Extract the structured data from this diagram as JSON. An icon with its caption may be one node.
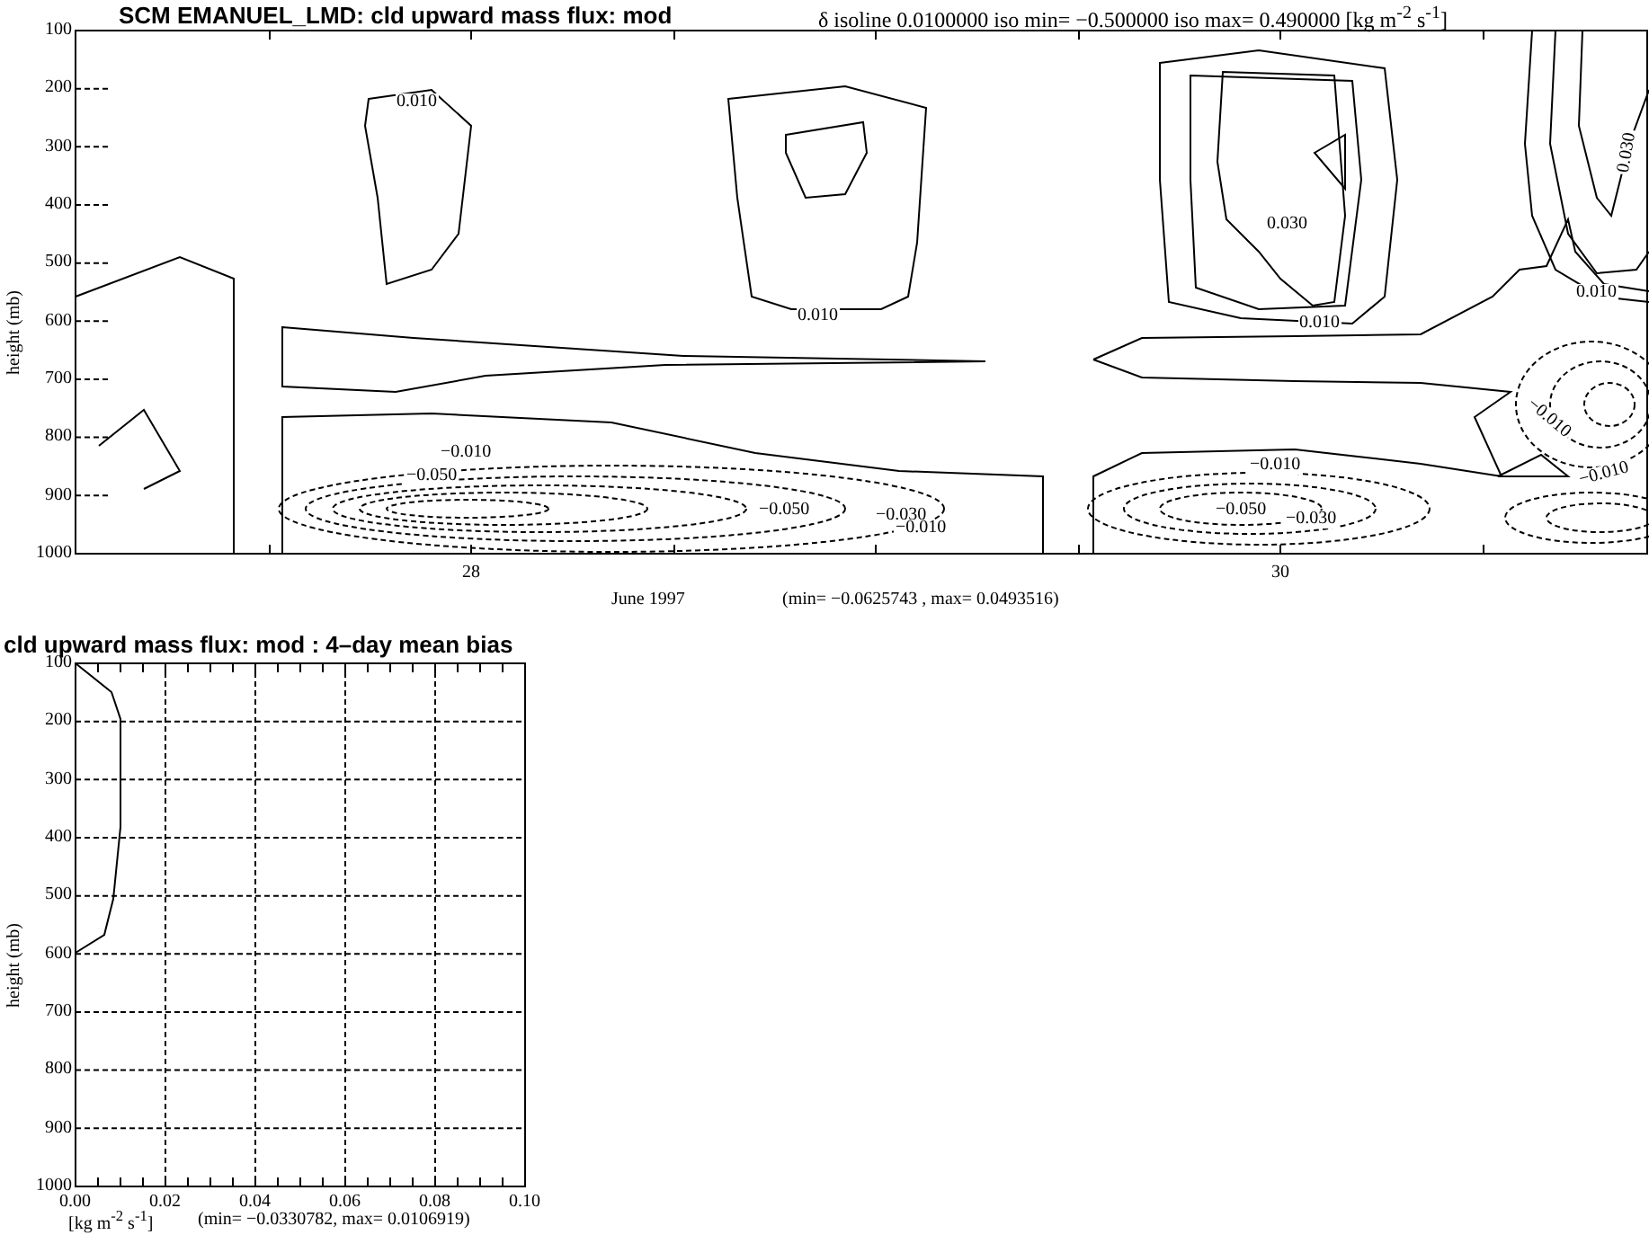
{
  "diagram": {
    "labels": [
      "SCM EMANUEL_LMD: cld upward mass flux: mod",
      "δ isoline 0.0100000 iso min= −0.500000 iso max= 0.490000 [kg m$^{-2}$ s$^{-1}$]",
      "100",
      "200",
      "300",
      "400",
      "500",
      "600",
      "700",
      "800",
      "900",
      "1000",
      "height (mb)",
      "0.010",
      "0.030",
      "0.030",
      "0.010",
      "0.010",
      "0.010",
      "−0.010",
      "−0.010",
      "−0.010",
      "−0.050",
      "−0.010",
      "−0.050",
      "−0.050",
      "−0.030",
      "−0.030",
      "−0.010",
      "28",
      "30",
      "June 1997",
      "(min= −0.0625743 , max= 0.0493516)",
      "cld upward mass flux: mod : 4–day mean bias",
      "100",
      "200",
      "300",
      "400",
      "500",
      "600",
      "700",
      "800",
      "900",
      "1000",
      "height (mb)",
      "0.00",
      "0.02",
      "0.04",
      "0.06",
      "0.08",
      "0.10",
      "[kg m$^{-2}$ s$^{-1}$]",
      "(min= −0.0330782, max= 0.0106919)"
    ]
  }
}
